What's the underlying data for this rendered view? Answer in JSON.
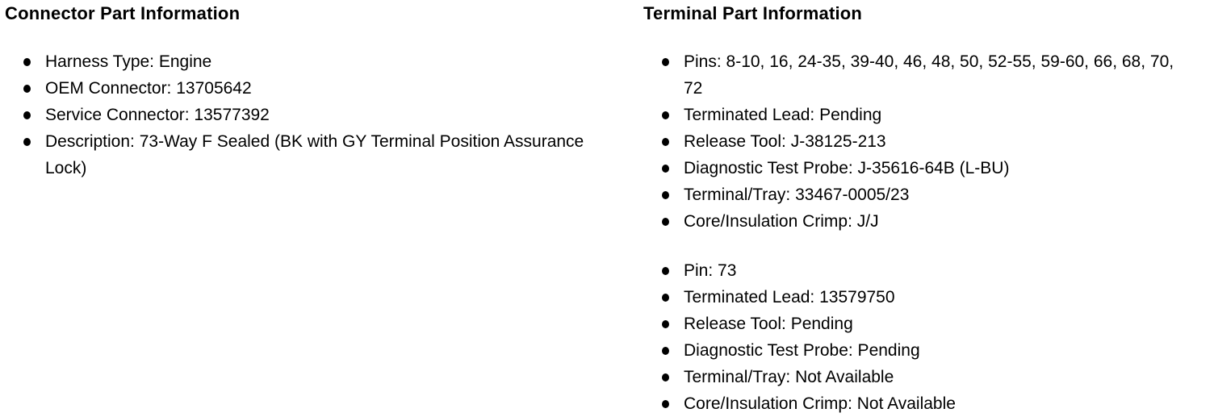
{
  "page": {
    "background_color": "#ffffff",
    "text_color": "#000000"
  },
  "connector_section": {
    "title": "Connector Part Information",
    "items": [
      "Harness Type: Engine",
      "OEM Connector: 13705642",
      "Service Connector: 13577392",
      "Description: 73-Way F Sealed (BK with GY Terminal Position Assurance Lock)"
    ]
  },
  "terminal_section": {
    "title": "Terminal Part Information",
    "groups": [
      {
        "items": [
          "Pins: 8-10, 16, 24-35, 39-40, 46, 48, 50, 52-55, 59-60, 66, 68, 70, 72",
          "Terminated Lead: Pending",
          "Release Tool: J-38125-213",
          "Diagnostic Test Probe: J-35616-64B (L-BU)",
          "Terminal/Tray: 33467-0005/23",
          "Core/Insulation Crimp: J/J"
        ]
      },
      {
        "items": [
          "Pin: 73",
          "Terminated Lead: 13579750",
          "Release Tool: Pending",
          "Diagnostic Test Probe: Pending",
          "Terminal/Tray: Not Available",
          "Core/Insulation Crimp: Not Available"
        ]
      }
    ]
  }
}
